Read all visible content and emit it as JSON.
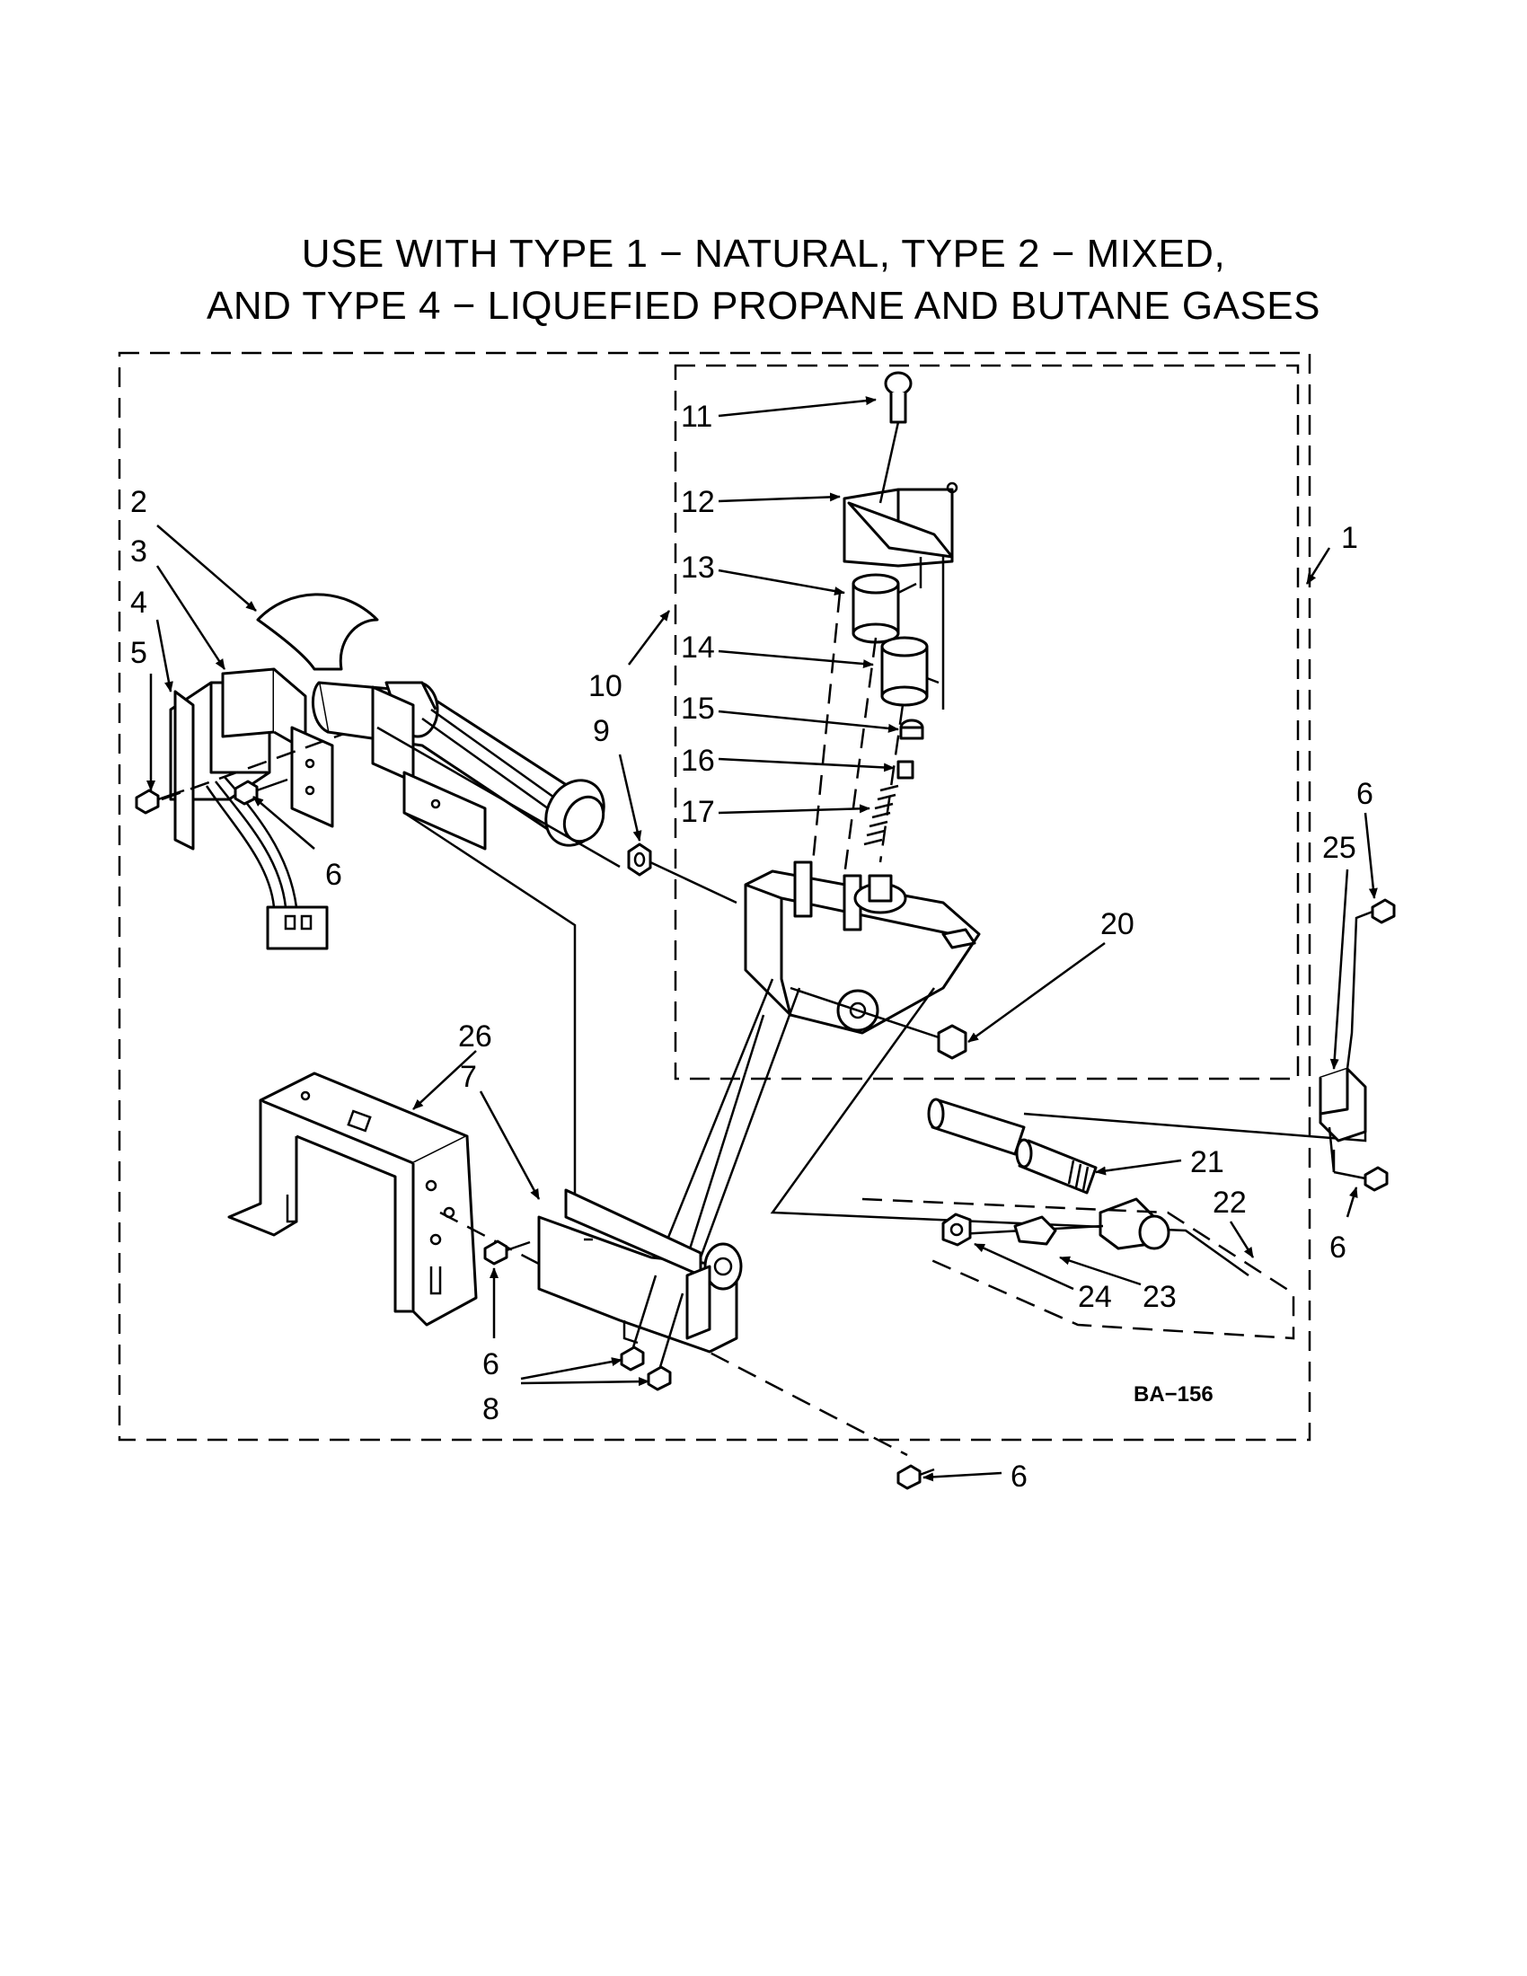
{
  "title": {
    "line1": "USE WITH TYPE 1 − NATURAL, TYPE 2 − MIXED,",
    "line2": "AND TYPE 4 − LIQUEFIED PROPANE AND BUTANE GASES"
  },
  "diagram_code": "BA−156",
  "callouts": {
    "c1": "1",
    "c2": "2",
    "c3": "3",
    "c4": "4",
    "c5": "5",
    "c6": "6",
    "c7": "7",
    "c8": "8",
    "c9": "9",
    "c10": "10",
    "c11": "11",
    "c12": "12",
    "c13": "13",
    "c14": "14",
    "c15": "15",
    "c16": "16",
    "c17": "17",
    "c20": "20",
    "c21": "21",
    "c22": "22",
    "c23": "23",
    "c24": "24",
    "c25": "25",
    "c26": "26"
  }
}
